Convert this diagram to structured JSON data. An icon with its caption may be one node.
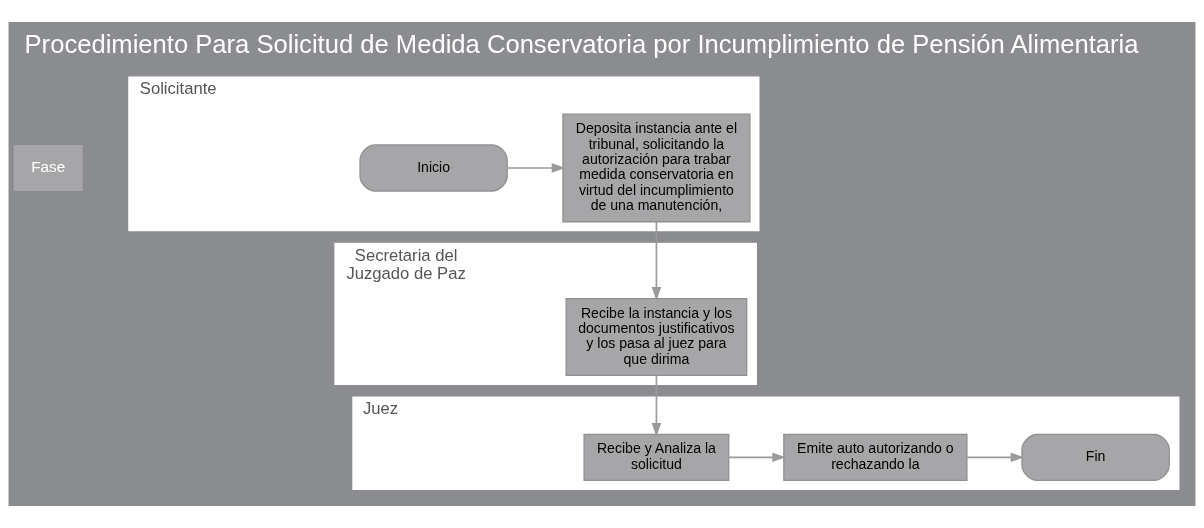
{
  "diagram": {
    "title": "Procedimiento Para Solicitud de Medida Conservatoria por Incumplimiento de Pensión Alimentaria",
    "nodes": [
      {
        "text": [
          "Solicitante"
        ]
      },
      {
        "text": [
          "Inicio"
        ],
        "in": 0
      },
      {
        "text": [
          "Deposita instancia ante el tribunal, solicitando la autorización para trabar medida conservatoria en virtud del incumplimiento de una manutención,"
        ],
        "in": 0
      },
      {
        "text": [
          "Secretaria del Juzgado de Paz"
        ]
      },
      {
        "text": [
          "Recibe la instancia y los documentos justificativos y los pasa al juez para que dirima"
        ],
        "in": 3
      },
      {
        "text": [
          "Juez"
        ]
      },
      {
        "text": [
          "Recibe y Analiza la solicitud"
        ],
        "in": 5
      },
      {
        "text": [
          "Emite auto autorizando o rechazando la"
        ],
        "in": 5
      },
      {
        "text": [
          "Fin"
        ],
        "in": 5
      }
    ],
    "edges": [
      {
        "from": 1,
        "to": 2,
        "arrow": "to"
      },
      {
        "from": 2,
        "to": 4,
        "arrow": "to"
      },
      {
        "from": 4,
        "to": 6,
        "arrow": "to"
      },
      {
        "from": 6,
        "to": 7,
        "arrow": "to"
      },
      {
        "from": 7,
        "to": 8,
        "arrow": "to"
      }
    ],
    "labels": [
      "Fase"
    ]
  }
}
